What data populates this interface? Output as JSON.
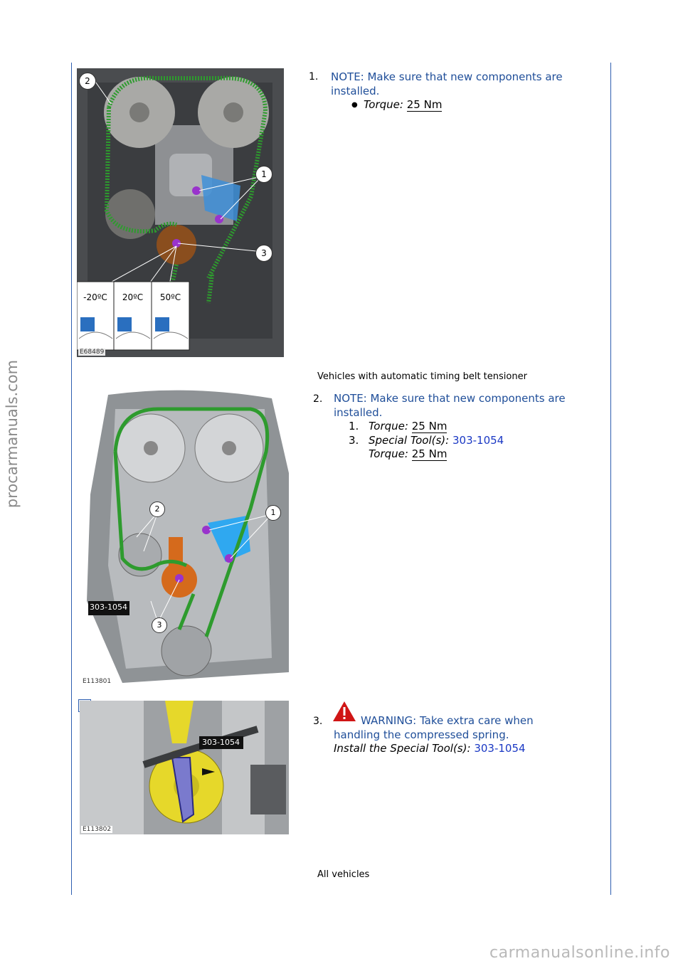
{
  "watermarks": {
    "side": "procarmanuals.com",
    "bottom": "carmanualsonline.info"
  },
  "figures": [
    {
      "code": "E68489",
      "callouts": [
        "2",
        "1",
        "3"
      ],
      "temps": [
        "-20ºC",
        "20ºC",
        "50ºC"
      ]
    },
    {
      "code": "E113801",
      "callouts": [
        "2",
        "1",
        "3"
      ],
      "tool_label": "303-1054"
    },
    {
      "code": "E113802",
      "tool_label": "303-1054"
    }
  ],
  "steps": [
    {
      "number": "1.",
      "note": "NOTE: Make sure that new components are installed.",
      "bullet": "●",
      "torque_label": "Torque:",
      "torque_value": "25 Nm"
    },
    {
      "number": "2.",
      "note": "NOTE: Make sure that new components are installed.",
      "items": [
        {
          "num": "1.",
          "label": "Torque:",
          "value": "25 Nm"
        },
        {
          "num": "3.",
          "label": "Special Tool(s):",
          "tool": "303-1054",
          "torque_label": "Torque:",
          "torque_value": "25 Nm"
        }
      ]
    },
    {
      "number": "3.",
      "warning": "WARNING: Take extra care when handling the compressed spring.",
      "install_label": "Install the Special Tool(s):",
      "install_tool": "303-1054"
    }
  ],
  "sections": {
    "automatic": "Vehicles with automatic timing belt tensioner",
    "all": "All vehicles"
  },
  "colors": {
    "note": "#1f4e99",
    "tool_link": "#1a38c4",
    "border": "#2f5fb0",
    "belt": "#2e9b2e"
  }
}
